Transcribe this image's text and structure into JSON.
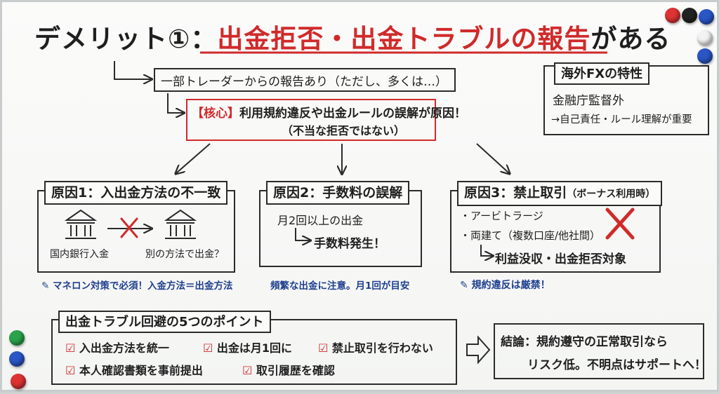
{
  "title": {
    "prefix": "デメリット①：",
    "highlight": "出金拒否・出金トラブルの報告",
    "suffix": "がある"
  },
  "report_box": "一部トレーダーからの報告あり（ただし、多くは…）",
  "core": {
    "tag": "【核心】",
    "line1": "利用規約違反や出金ルールの誤解が原因！",
    "line2": "（不当な拒否ではない）"
  },
  "fx_box": {
    "title": "海外FXの特性",
    "line1": "金融庁監督外",
    "line2": "→自己責任・ルール理解が重要"
  },
  "cause1": {
    "title": "原因1：入出金方法の不一致",
    "left_label": "国内銀行入金",
    "right_label": "別の方法で出金？",
    "note": "マネロン対策で必須！入金方法＝出金方法"
  },
  "cause2": {
    "title": "原因2：手数料の誤解",
    "line1": "月2回以上の出金",
    "line2": "手数料発生！",
    "note": "頻繁な出金に注意。月1回が目安"
  },
  "cause3": {
    "title": "原因3：禁止取引",
    "title_small": "（ボーナス利用時）",
    "item1": "・アービトラージ",
    "item2": "・両建て（複数口座/他社間）",
    "result": "利益没収・出金拒否対象",
    "note": "規約違反は厳禁！"
  },
  "points": {
    "title": "出金トラブル回避の5つのポイント",
    "items": [
      "入出金方法を統一",
      "出金は月1回に",
      "禁止取引を行わない",
      "本人確認書類を事前提出",
      "取引履歴を確認"
    ]
  },
  "conclusion": {
    "line1": "結論：規約遵守の正常取引なら",
    "line2": "リスク低。不明点はサポートへ！"
  },
  "colors": {
    "accent_red": "#d02a2a",
    "note_blue": "#1f3f8f",
    "ink": "#1f1f1f"
  },
  "magnets": [
    "red",
    "black",
    "blue",
    "white",
    "green",
    "blue",
    "red"
  ]
}
